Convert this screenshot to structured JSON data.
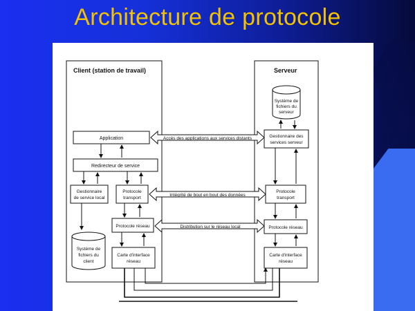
{
  "slide": {
    "title": "Architecture de protocole",
    "background_color": "#1a2ff0",
    "title_color": "#f2c200"
  },
  "diagram": {
    "client": {
      "header": "Client (station de travail)",
      "application": "Application",
      "redirector": "Redirecteur de service",
      "local_service_manager_line1": "Gestionnaire",
      "local_service_manager_line2": "de service local",
      "transport_protocol_line1": "Protocole",
      "transport_protocol_line2": "transport",
      "network_protocol": "Protocole réseau",
      "file_system_line1": "Système de",
      "file_system_line2": "fichiers du",
      "file_system_line3": "client",
      "interface_card_line1": "Carte d'interface",
      "interface_card_line2": "réseau"
    },
    "server": {
      "header": "Serveur",
      "file_system_line1": "Système de",
      "file_system_line2": "fichiers du",
      "file_system_line3": "serveur",
      "service_manager_line1": "Gestionnaire des",
      "service_manager_line2": "services serveur",
      "transport_protocol_line1": "Protocole",
      "transport_protocol_line2": "transport",
      "network_protocol": "Protocole réseau",
      "interface_card_line1": "Carte d'interface",
      "interface_card_line2": "réseau"
    },
    "links": {
      "remote_access": "Accès des applications aux services distants",
      "data_integrity": "Intégrité de bout en bout des données",
      "local_network_distribution": "Distribution sur le réseau local"
    }
  }
}
